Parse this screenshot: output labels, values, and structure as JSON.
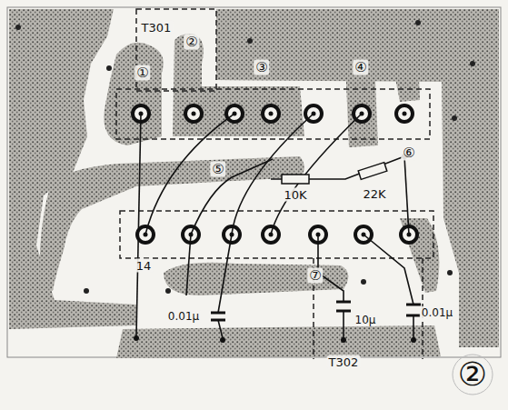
{
  "diagram": {
    "labels": [
      "T301",
      "①",
      "②",
      "③",
      "④",
      "⑤",
      "⑥",
      "⑦",
      "10K",
      "22K",
      "14",
      "0.01μ",
      "10μ",
      "0.01μ",
      "T302",
      "②"
    ]
  }
}
